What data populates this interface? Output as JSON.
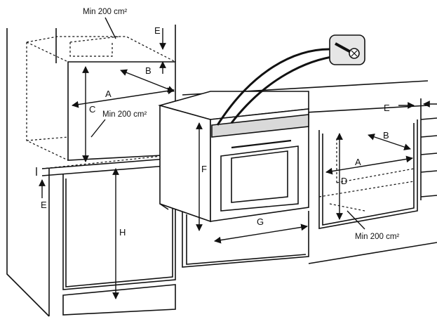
{
  "dimension_labels": {
    "A": "A",
    "B": "B",
    "C": "C",
    "D": "D",
    "E": "E",
    "F": "F",
    "G": "G",
    "H": "H"
  },
  "notes": {
    "ventilation": "Min 200 cm²"
  },
  "icons": {
    "screw": "screw-icon"
  },
  "colors": {
    "line": "#111111",
    "background": "#ffffff",
    "shade": "#d9d9d9"
  }
}
